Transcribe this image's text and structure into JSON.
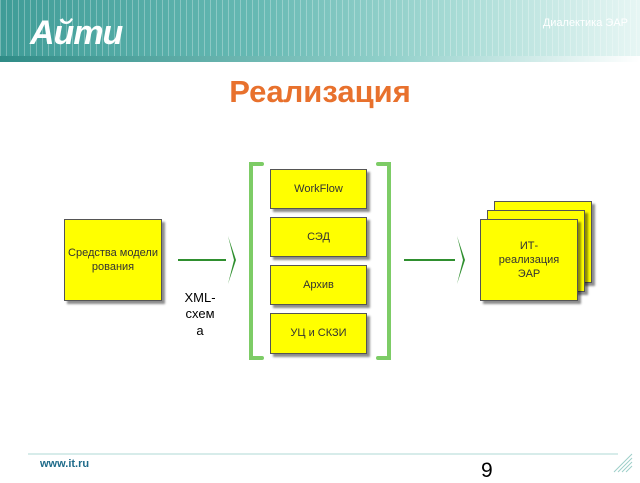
{
  "header": {
    "logo": "Айти",
    "title": "Диалектика ЭАР"
  },
  "title": "Реализация",
  "left_box": "Средства моделирования",
  "xml_label": "XML-\nсхем\nа",
  "modules": [
    "WorkFlow",
    "СЭД",
    "Архив",
    "УЦ и СКЗИ"
  ],
  "right_box": "ИТ-\nреализация\nЭАР",
  "footer": {
    "url": "www.it.ru",
    "page_number": "9"
  },
  "colors": {
    "box_fill": "#ffff00",
    "title": "#e8712d",
    "bracket": "#7dcc66",
    "arrow": "#2f8f2f"
  }
}
